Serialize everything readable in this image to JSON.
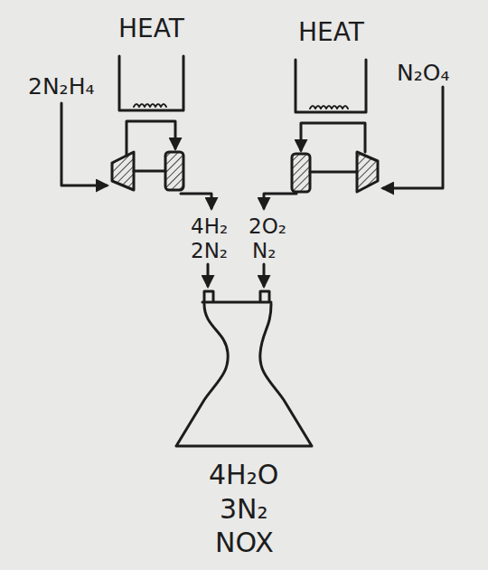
{
  "diagram": {
    "nodes": [
      {
        "text": [
          "HEAT"
        ]
      },
      {
        "text": [
          "HEAT"
        ]
      }
    ],
    "labels": [
      "2N₂H₄",
      "N₂O₄",
      "4H₂",
      "2O₂",
      "2N₂",
      "N₂",
      "4H₂O",
      "3N₂",
      "NOX"
    ]
  }
}
